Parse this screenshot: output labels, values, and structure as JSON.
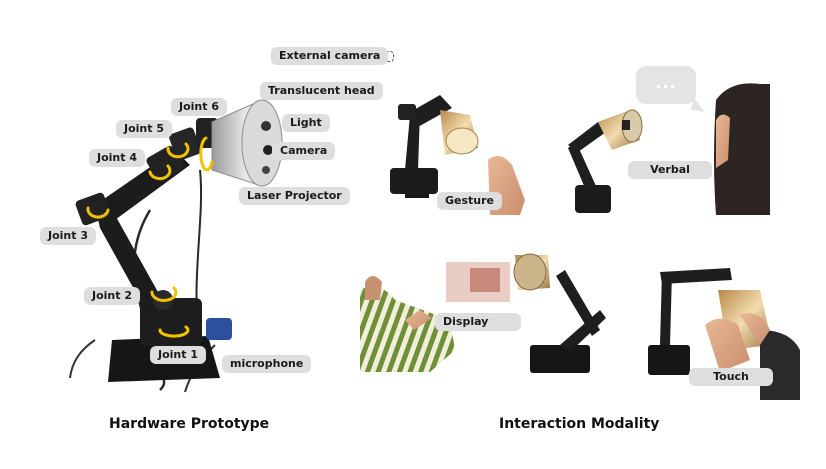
{
  "hardware": {
    "caption": "Hardware Prototype",
    "labels": {
      "external_camera": "External camera",
      "translucent_head": "Translucent head",
      "joint6": "Joint 6",
      "joint5": "Joint 5",
      "joint4": "Joint 4",
      "joint3": "Joint 3",
      "joint2": "Joint 2",
      "joint1": "Joint 1",
      "light": "Light",
      "camera": "Camera",
      "laser_projector": "Laser Projector",
      "microphone": "microphone"
    }
  },
  "interaction": {
    "caption": "Interaction Modality",
    "labels": {
      "gesture": "Gesture",
      "verbal": "Verbal",
      "display": "Display",
      "touch": "Touch"
    },
    "bubble_text": "..."
  },
  "icons": [
    "external-camera-icon",
    "rotation-arrow-icon",
    "speech-bubble-icon"
  ],
  "colors": {
    "label_bg": "#dedede",
    "arm": "#1c1c1c",
    "accent_arrow": "#f2c200",
    "lampshade": "#c9c9c9"
  }
}
